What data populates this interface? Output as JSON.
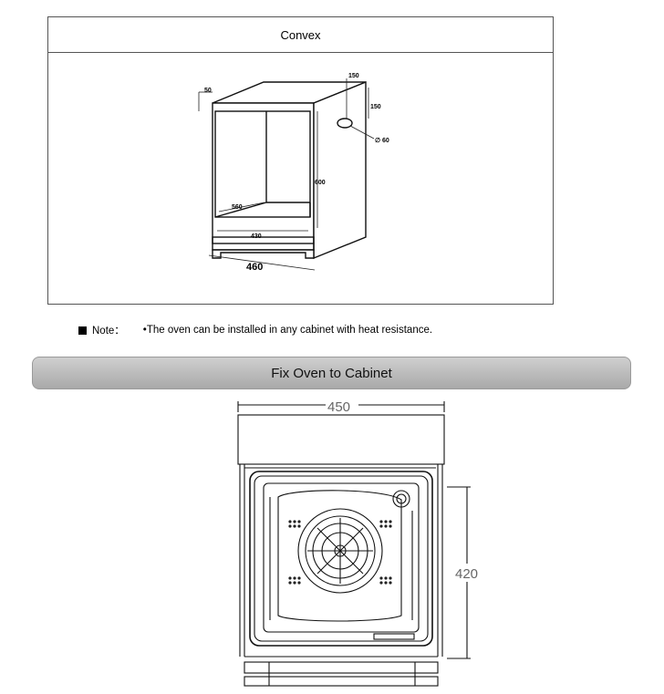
{
  "section1": {
    "title": "Convex",
    "dims": {
      "d50": "50",
      "d150a": "150",
      "d150b": "150",
      "d60": "∅ 60",
      "d600": "600",
      "d560": "560",
      "d430": "430",
      "d460": "460"
    }
  },
  "note": {
    "label": "Note：",
    "text": "•The oven can be installed in any cabinet with heat resistance."
  },
  "section2": {
    "title": "Fix Oven to Cabinet",
    "dims": {
      "width": "450",
      "height": "420"
    }
  }
}
